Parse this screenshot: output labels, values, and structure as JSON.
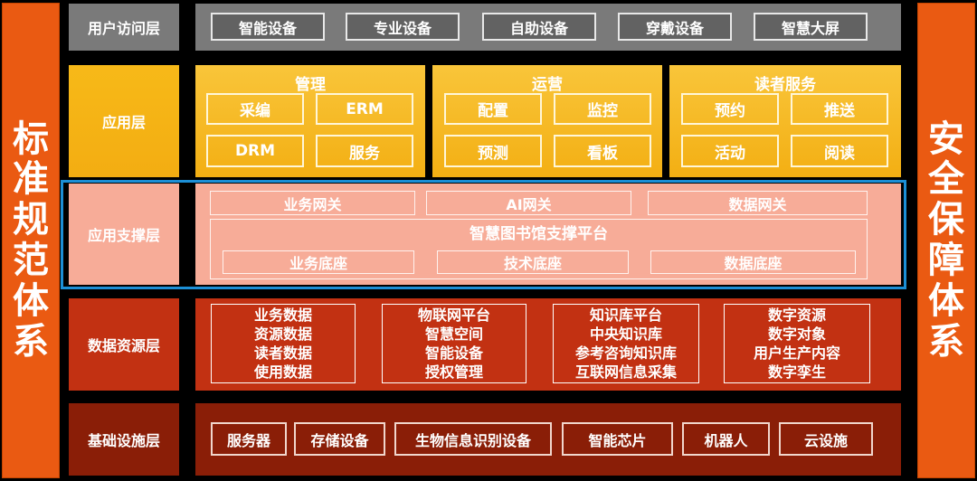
{
  "pillars": {
    "left": [
      "标",
      "准",
      "规",
      "范",
      "体",
      "系"
    ],
    "right": [
      "安",
      "全",
      "保",
      "障",
      "体",
      "系"
    ]
  },
  "user_access": {
    "label": "用户访问层",
    "items": [
      "智能设备",
      "专业设备",
      "自助设备",
      "穿戴设备",
      "智慧大屏"
    ]
  },
  "application": {
    "label": "应用层",
    "groups": [
      {
        "title": "管理",
        "items": [
          "采编",
          "ERM",
          "DRM",
          "服务"
        ]
      },
      {
        "title": "运营",
        "items": [
          "配置",
          "监控",
          "预测",
          "看板"
        ]
      },
      {
        "title": "读者服务",
        "items": [
          "预约",
          "推送",
          "活动",
          "阅读"
        ]
      }
    ]
  },
  "support": {
    "label": "应用支撑层",
    "gateways": [
      "业务网关",
      "AI网关",
      "数据网关"
    ],
    "platform_title": "智慧图书馆支撑平台",
    "bases": [
      "业务底座",
      "技术底座",
      "数据底座"
    ]
  },
  "data_resources": {
    "label": "数据资源层",
    "groups": [
      [
        "业务数据",
        "资源数据",
        "读者数据",
        "使用数据"
      ],
      [
        "物联网平台",
        "智慧空间",
        "智能设备",
        "授权管理"
      ],
      [
        "知识库平台",
        "中央知识库",
        "参考咨询知识库",
        "互联网信息采集"
      ],
      [
        "数字资源",
        "数字对象",
        "用户生产内容",
        "数字孪生"
      ]
    ]
  },
  "infrastructure": {
    "label": "基础设施层",
    "items": [
      "服务器",
      "存储设备",
      "生物信息识别设备",
      "智能芯片",
      "机器人",
      "云设施"
    ]
  },
  "colors": {
    "pillar": "#ea5a12",
    "user_access": "#7a7a7a",
    "application": "#f7b918",
    "support": "#f7ac98",
    "support_highlight": "#1c8fd6",
    "data_resources": "#c23112",
    "infrastructure": "#8a1e07"
  }
}
